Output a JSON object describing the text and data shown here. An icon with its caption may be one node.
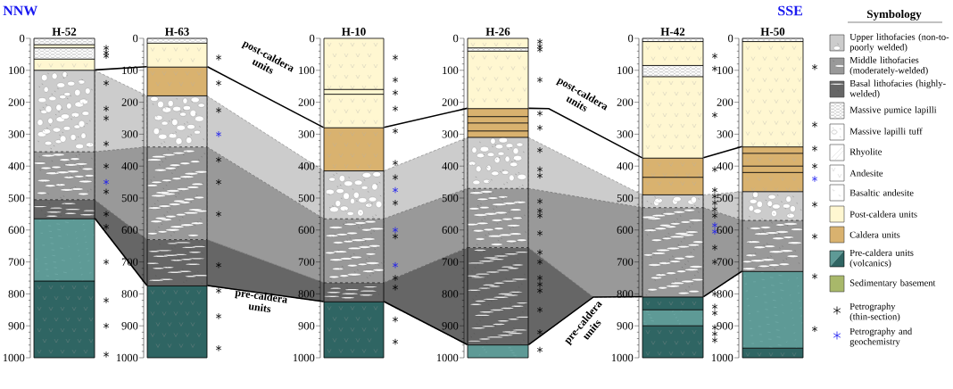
{
  "diagram": {
    "nodes": [
      {
        "text": [
          "H-52"
        ]
      },
      {
        "text": [
          "H-63"
        ]
      },
      {
        "text": [
          "H-10"
        ]
      },
      {
        "text": [
          "H-26"
        ]
      },
      {
        "text": [
          "H-42"
        ]
      },
      {
        "text": [
          "H-50"
        ]
      }
    ],
    "edges": [
      {
        "from": 0,
        "to": 1,
        "arrow": "none"
      },
      {
        "from": 1,
        "to": 2,
        "arrow": "none"
      },
      {
        "from": 2,
        "to": 3,
        "arrow": "none"
      },
      {
        "from": 3,
        "to": 4,
        "arrow": "none"
      },
      {
        "from": 4,
        "to": 5,
        "arrow": "none"
      },
      {
        "from": 0,
        "to": 1,
        "arrow": "none"
      },
      {
        "from": 1,
        "to": 2,
        "arrow": "none"
      },
      {
        "from": 2,
        "to": 3,
        "arrow": "none"
      },
      {
        "from": 3,
        "to": 4,
        "arrow": "none"
      },
      {
        "from": 4,
        "to": 5,
        "arrow": "none"
      }
    ],
    "labels": [
      "NNW",
      "SSE",
      "0",
      "100",
      "200",
      "300",
      "400",
      "500",
      "600",
      "700",
      "800",
      "900",
      "1000",
      "0",
      "100",
      "200",
      "300",
      "400",
      "500",
      "600",
      "700",
      "800",
      "900",
      "1000",
      "0",
      "100",
      "200",
      "300",
      "400",
      "500",
      "600",
      "700",
      "800",
      "900",
      "1000",
      "0",
      "100",
      "200",
      "300",
      "400",
      "500",
      "600",
      "700",
      "800",
      "900",
      "1000",
      "0",
      "100",
      "200",
      "300",
      "400",
      "500",
      "600",
      "700",
      "800",
      "900",
      "1000",
      "0",
      "100",
      "200",
      "300",
      "400",
      "500",
      "600",
      "700",
      "800",
      "900",
      "1000",
      "post-caldera units",
      "post-caldera units",
      "pre-caldera units",
      "pre-caldera units",
      "Symbology"
    ],
    "legend": [
      {
        "text": "Upper lithofacies (non-to-poorly welded)",
        "color": "#cccccc"
      },
      {
        "text": "Middle lithofacies (moderately-welded)",
        "color": "#999999"
      },
      {
        "text": "Basal lithofacies (highly-welded)",
        "color": "#666666"
      },
      {
        "text": "Massive pumice lapilli"
      },
      {
        "text": "Massive lapilli tuff"
      },
      {
        "text": "Rhyolite"
      },
      {
        "text": "Andesite"
      },
      {
        "text": "Basaltic andesite"
      },
      {
        "text": "Post-caldera units",
        "color": "#fff7d1"
      },
      {
        "text": "Caldera units",
        "color": "#d9b26f"
      },
      {
        "text": "Pre-caldera units (volcanics)"
      },
      {
        "text": "Sedimentary basement",
        "color": "#a8b86a"
      },
      {
        "text": "Petrography (thin-section)"
      },
      {
        "text": "Petrography and geochemistry"
      }
    ]
  }
}
